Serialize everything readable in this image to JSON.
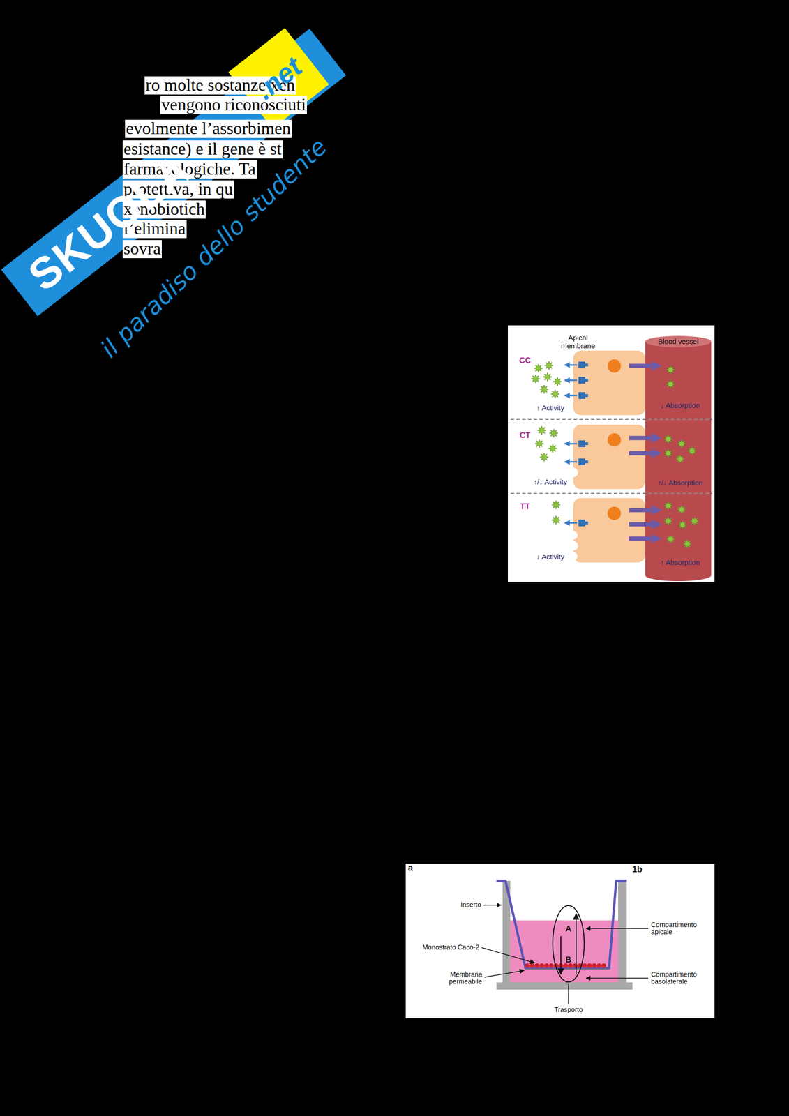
{
  "diagram": {
    "labels": [
      "ro molte sostanze xen",
      "vengono riconosciuti",
      "evolmente l’assorbimen",
      "esistance) e il gene è st",
      "farmacologiche. Ta",
      "protettiva, in qu",
      "xenobiotich",
      "l’elimina",
      "sovra",
      "SKUOLA",
      ".net",
      "il paradiso dello studente",
      "Apical membrane",
      "Blood vessel",
      "CC",
      "↑ Activity",
      "↓ Absorption",
      "CT",
      "↑/↓ Activity",
      "↑/↓ Absorption",
      "TT",
      "↓ Activity",
      "↑ Absorption",
      "a",
      "1b",
      "Inserto",
      "Monostrato Caco-2",
      "Membrana permeabile",
      "Compartimento apicale",
      "Compartimento basolaterale",
      "A",
      "B",
      "Trasporto"
    ]
  }
}
